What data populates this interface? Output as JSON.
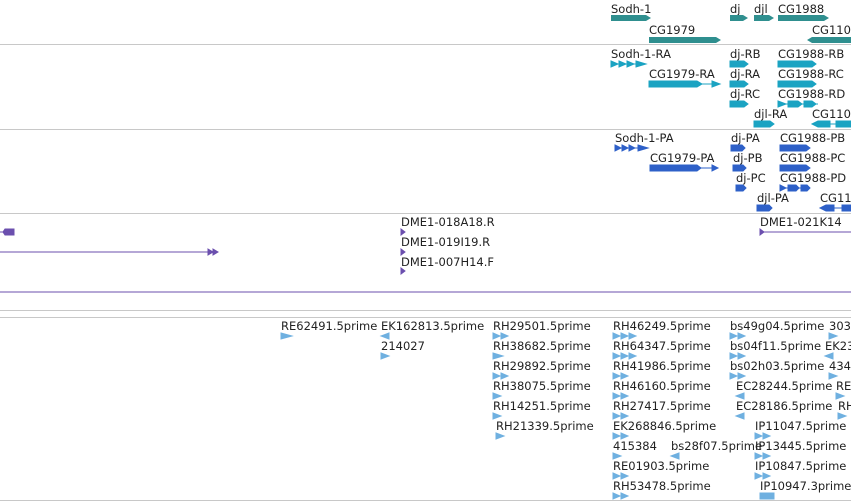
{
  "colors": {
    "gene": "#2f8f8f",
    "transcript": "#1ba3c2",
    "protein": "#2e60c8",
    "contig": "#6b4fae",
    "est": "#6fb0e0",
    "separator": "#c8c8c8"
  },
  "gene_track": {
    "labels": [
      "Sodh-1",
      "CG1979",
      "dj",
      "djl",
      "CG1988",
      "CG110"
    ]
  },
  "transcript_track": {
    "labels": [
      "Sodh-1-RA",
      "CG1979-RA",
      "dj-RB",
      "dj-RA",
      "dj-RC",
      "djl-RA",
      "CG1988-RB",
      "CG1988-RC",
      "CG1988-RD",
      "CG110"
    ]
  },
  "protein_track": {
    "labels": [
      "Sodh-1-PA",
      "CG1979-PA",
      "dj-PA",
      "dj-PB",
      "dj-PC",
      "djl-PA",
      "CG1988-PB",
      "CG1988-PC",
      "CG1988-PD",
      "CG11"
    ]
  },
  "contig_track": {
    "labels": [
      "DME1-018A18.R",
      "DME1-019I19.R",
      "DME1-007H14.F",
      "DME1-021K14"
    ]
  },
  "est_track": {
    "labels": [
      "RE62491.5prime",
      "EK162813.5prime",
      "214027",
      "RH29501.5prime",
      "RH38682.5prime",
      "RH29892.5prime",
      "RH38075.5prime",
      "RH14251.5prime",
      "RH21339.5prime",
      "RH46249.5prime",
      "RH64347.5prime",
      "RH41986.5prime",
      "RH46160.5prime",
      "RH27417.5prime",
      "EK268846.5prime",
      "415384",
      "bs28f07.5prime",
      "RE01903.5prime",
      "RH53478.5prime",
      "bs49g04.5prime",
      "bs04f11.5prime",
      "bs02h03.5prime",
      "EC28244.5prime",
      "EC28186.5prime",
      "IP11047.5prime",
      "IP13445.5prime",
      "IP10847.5prime",
      "IP10947.3prime",
      "303",
      "EK23",
      "434",
      "RE2",
      "RH"
    ]
  }
}
